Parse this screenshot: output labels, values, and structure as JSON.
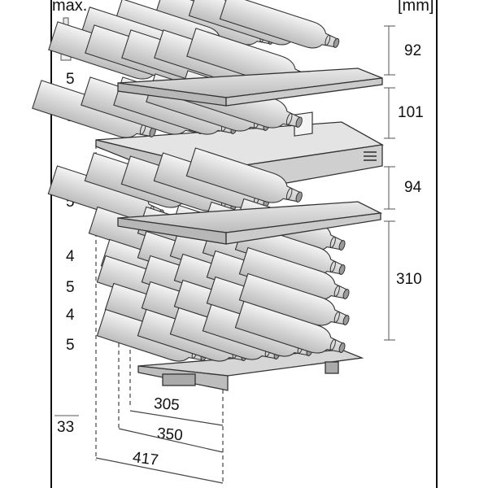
{
  "header": {
    "max_label": "max.",
    "unit_label": "[mm]"
  },
  "bottle_counts": [
    "5",
    "5",
    "5",
    "4",
    "5",
    "4",
    "5"
  ],
  "total_count": "33",
  "shelf_heights": [
    "92",
    "101",
    "94",
    "310"
  ],
  "depths": [
    "305",
    "350",
    "417"
  ]
}
